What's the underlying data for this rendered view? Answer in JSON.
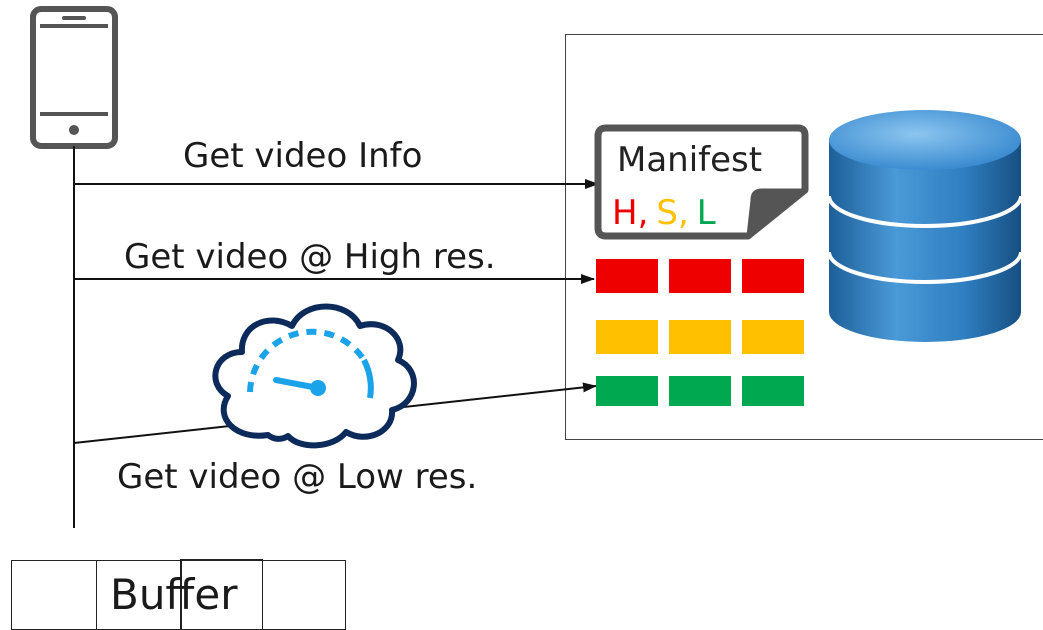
{
  "requests": {
    "info": "Get video Info",
    "high": "Get video @ High res.",
    "low": "Get video @ Low res."
  },
  "manifest": {
    "title": "Manifest",
    "h": "H,",
    "s": "S,",
    "l": "L"
  },
  "buffer": {
    "label": "Buffer"
  },
  "colors": {
    "high": "#ee0000",
    "standard": "#ffc000",
    "low": "#00a84f",
    "database": "#2f7fc1",
    "gauge": "#1aa3e8"
  },
  "icons": {
    "client": "smartphone-icon",
    "network": "cloud-speedometer-icon",
    "storage": "database-icon"
  }
}
